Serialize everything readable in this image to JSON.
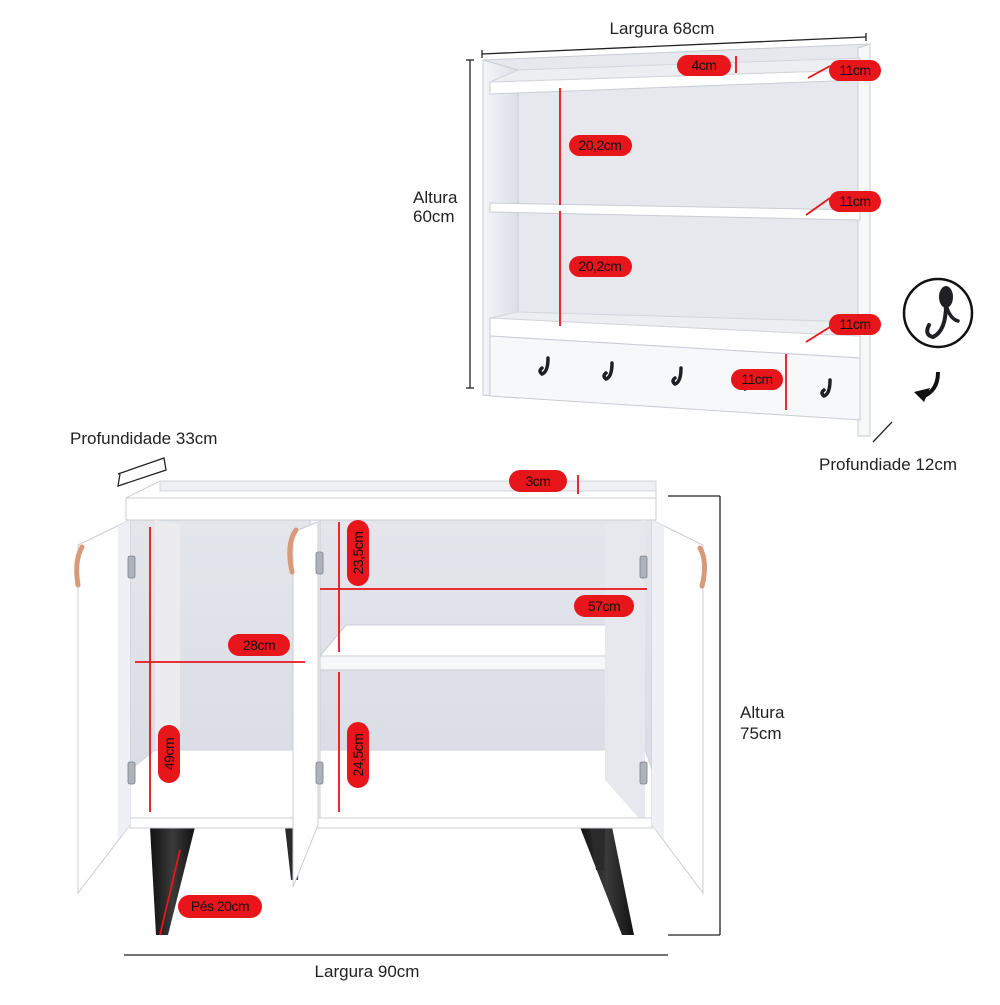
{
  "colors": {
    "accent": "#e8151b",
    "panel": "#ffffff",
    "panel_shade": "#e9ebf0",
    "interior": "#dfe1e8",
    "legs": "#1c1c1c",
    "handles": "#d99a7a",
    "dimension_lines": "#222222"
  },
  "shelf": {
    "width_label": "Largura 68cm",
    "height_label_line1": "Altura",
    "height_label_line2": "60cm",
    "depth_label": "Profundiade 12cm",
    "top_lip_badge": "4cm",
    "spacing_badges": [
      "20,2cm",
      "20,2cm"
    ],
    "shelf_depth_badges": [
      "11cm",
      "11cm",
      "11cm"
    ],
    "hook_rail_badge": "11cm",
    "hook_icon": "coat-hook-icon",
    "arrow_icon": "curved-arrow-icon"
  },
  "cabinet": {
    "depth_label": "Profundidade 33cm",
    "width_label": "Largura 90cm",
    "height_label_line1": "Altura",
    "height_label_line2": "75cm",
    "top_lip_badge": "3cm",
    "left_width_badge": "28cm",
    "left_height_badge": "49cm",
    "right_width_badge": "57cm",
    "right_upper_badge": "23,5cm",
    "right_lower_badge": "24,5cm",
    "legs_badge": "Pés 20cm"
  }
}
